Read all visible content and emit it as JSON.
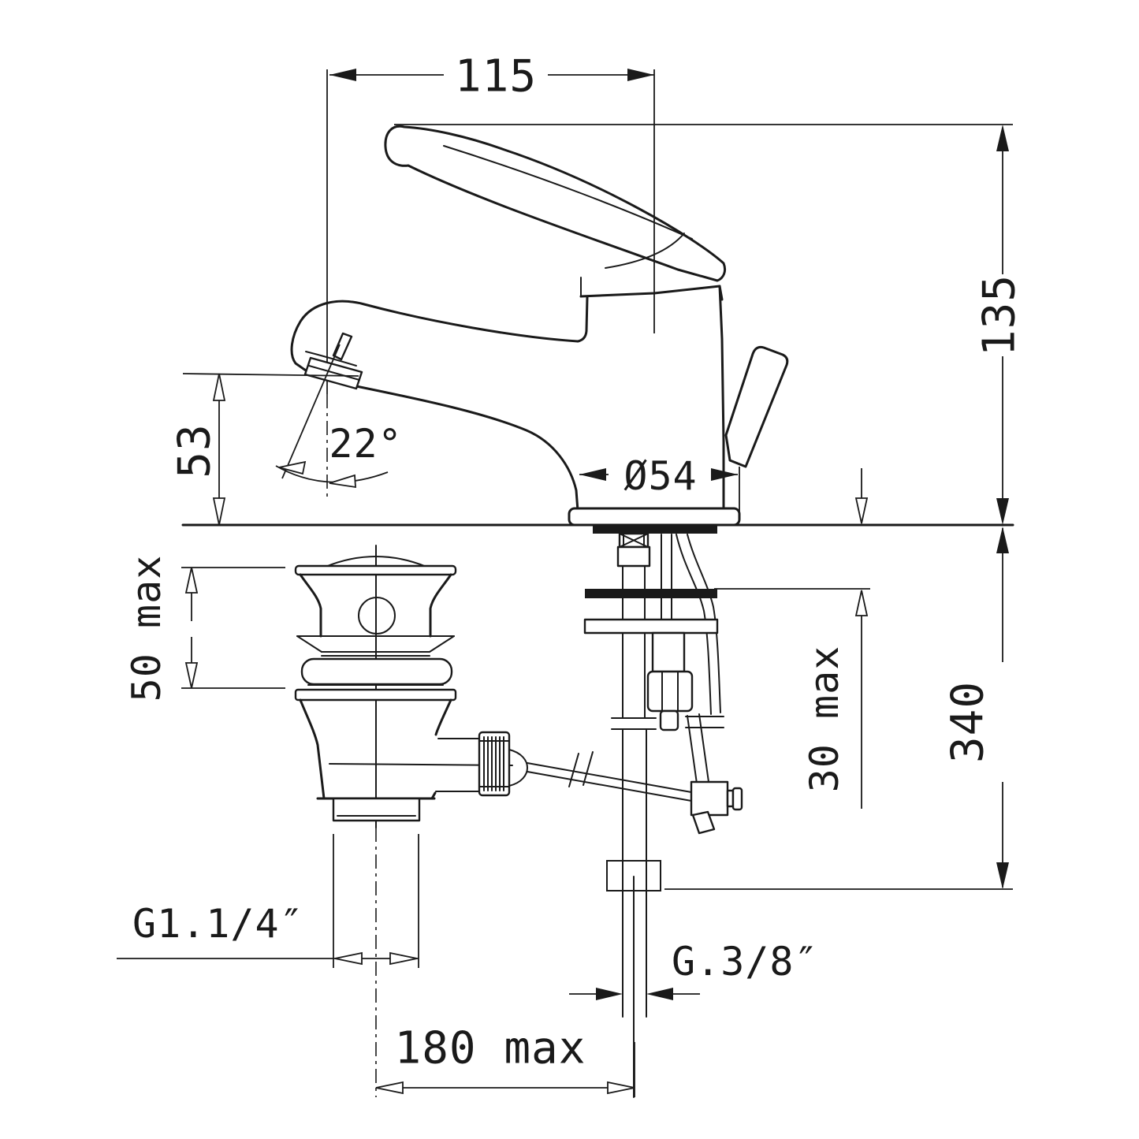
{
  "page": {
    "background": "#ffffff",
    "line_color": "#1a1a1a"
  },
  "annotations": {
    "spout_reach": "115",
    "body_height": "135",
    "spout_height": "53",
    "spout_angle": "22°",
    "base_diameter": "Ø54",
    "waste_flange_height": "50 max",
    "deck_thickness": "30 max",
    "supply_length": "340",
    "waste_thread": "G1.1/4″",
    "supply_thread": "G.3/8″",
    "rod_projection": "180 max"
  }
}
